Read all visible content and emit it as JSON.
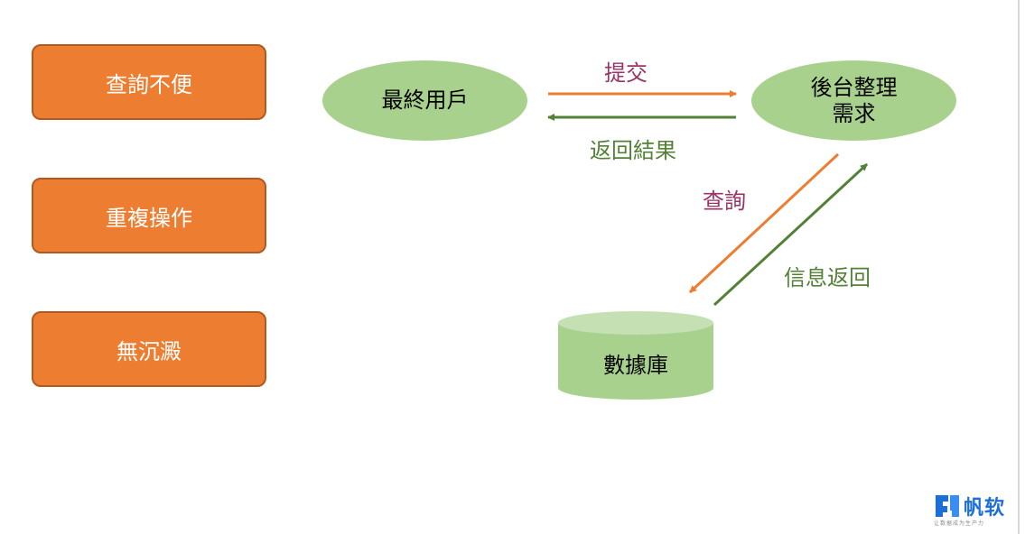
{
  "pain_points": [
    "查詢不便",
    "重複操作",
    "無沉澱"
  ],
  "nodes": {
    "end_user": "最終用戶",
    "backend": "後台整理\n需求",
    "database": "數據庫"
  },
  "flows": {
    "submit": "提交",
    "return_result": "返回結果",
    "query": "查詢",
    "info_return": "信息返回"
  },
  "colors": {
    "orange": "#ed7d31",
    "green_node": "#a9d18e",
    "green_arrow": "#538135",
    "purple_label": "#993366"
  },
  "logo": {
    "brand": "帆软",
    "slogan": "让数据成为生产力"
  }
}
